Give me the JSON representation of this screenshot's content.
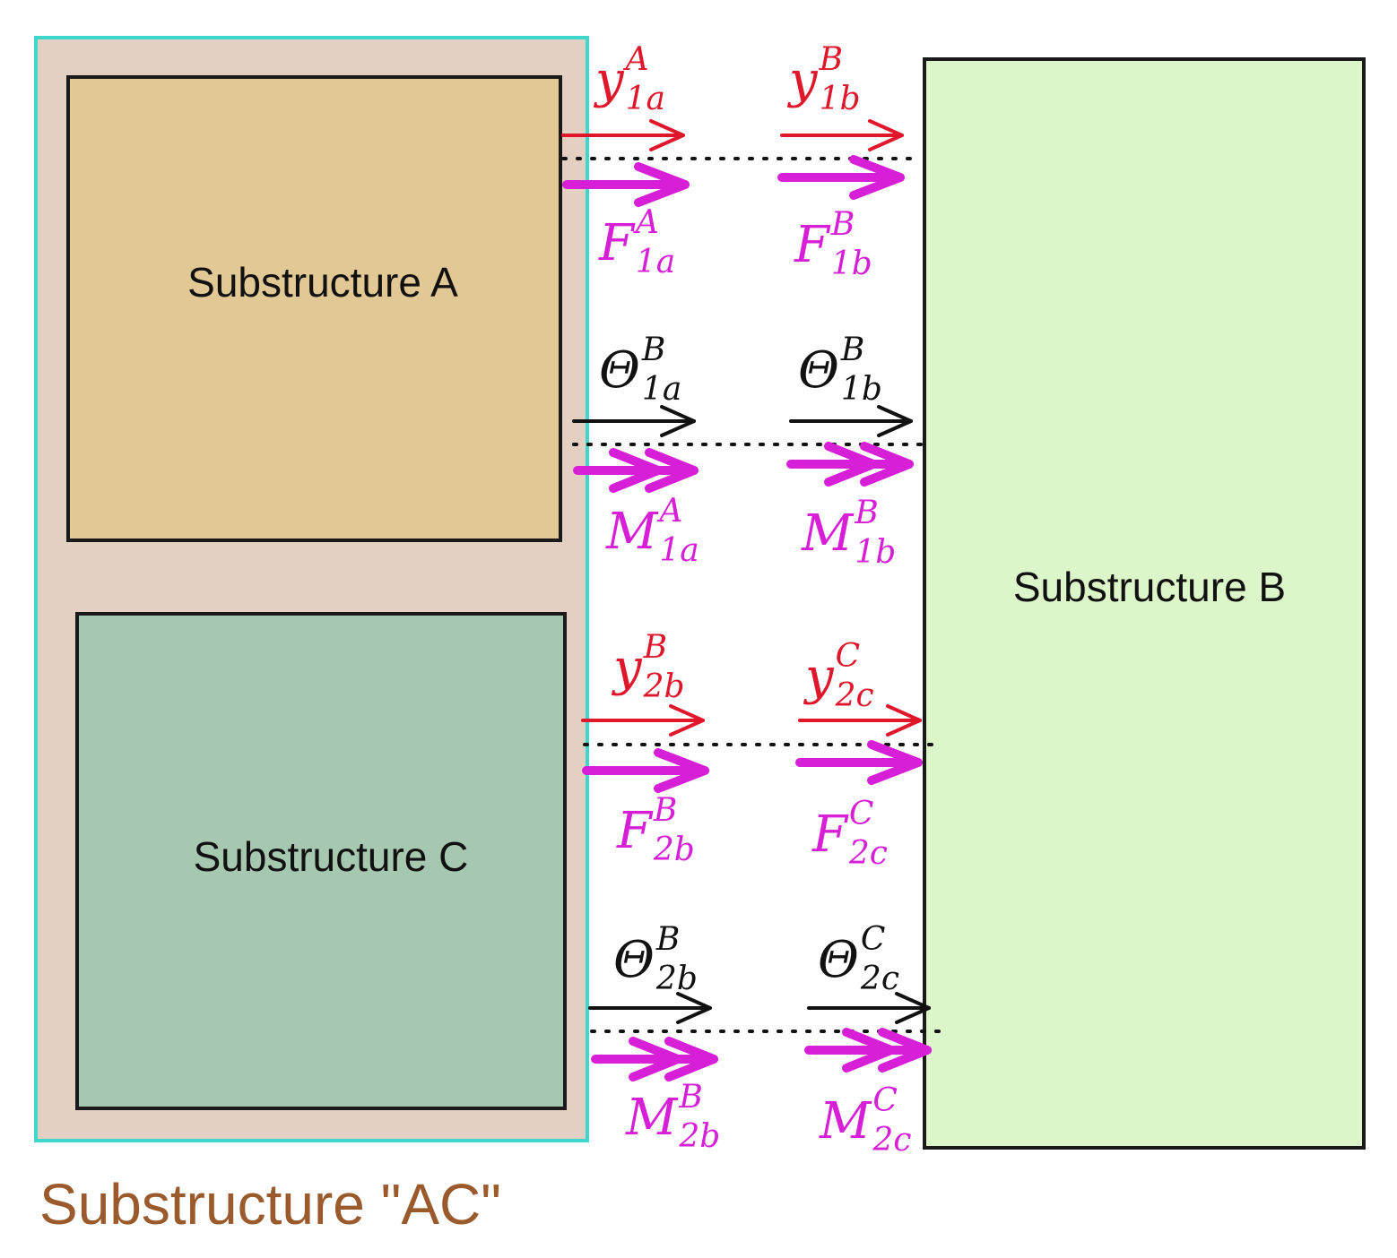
{
  "colors": {
    "ac_fill": "#e4d0c2",
    "ac_border": "#3fd6cc",
    "a_fill": "#e2c894",
    "c_fill": "#a7c8b0",
    "b_fill": "#dcf5c9",
    "box_stroke": "#1a1a1a",
    "displacement": "#e0162b",
    "force": "#d61fd6",
    "rotation": "#111111",
    "ac_label": "#9a5a2c"
  },
  "boxes": {
    "a_label": "Substructure A",
    "b_label": "Substructure B",
    "c_label": "Substructure C",
    "ac_label": "Substructure \"AC\""
  },
  "symbols": [
    {
      "id": "y1a",
      "base": "y",
      "sup": "A",
      "sub": "1a",
      "kind": "displacement"
    },
    {
      "id": "y1b",
      "base": "y",
      "sup": "B",
      "sub": "1b",
      "kind": "displacement"
    },
    {
      "id": "F1a",
      "base": "F",
      "sup": "A",
      "sub": "1a",
      "kind": "force"
    },
    {
      "id": "F1b",
      "base": "F",
      "sup": "B",
      "sub": "1b",
      "kind": "force"
    },
    {
      "id": "T1a",
      "base": "Θ",
      "sup": "B",
      "sub": "1a",
      "kind": "rotation"
    },
    {
      "id": "T1b",
      "base": "Θ",
      "sup": "B",
      "sub": "1b",
      "kind": "rotation"
    },
    {
      "id": "M1a",
      "base": "M",
      "sup": "A",
      "sub": "1a",
      "kind": "force"
    },
    {
      "id": "M1b",
      "base": "M",
      "sup": "B",
      "sub": "1b",
      "kind": "force"
    },
    {
      "id": "y2b",
      "base": "y",
      "sup": "B",
      "sub": "2b",
      "kind": "displacement"
    },
    {
      "id": "y2c",
      "base": "y",
      "sup": "C",
      "sub": "2c",
      "kind": "displacement"
    },
    {
      "id": "F2b",
      "base": "F",
      "sup": "B",
      "sub": "2b",
      "kind": "force"
    },
    {
      "id": "F2c",
      "base": "F",
      "sup": "C",
      "sub": "2c",
      "kind": "force"
    },
    {
      "id": "T2b",
      "base": "Θ",
      "sup": "B",
      "sub": "2b",
      "kind": "rotation"
    },
    {
      "id": "T2c",
      "base": "Θ",
      "sup": "C",
      "sub": "2c",
      "kind": "rotation"
    },
    {
      "id": "M2b",
      "base": "M",
      "sup": "B",
      "sub": "2b",
      "kind": "force"
    },
    {
      "id": "M2c",
      "base": "M",
      "sup": "C",
      "sub": "2c",
      "kind": "force"
    }
  ]
}
